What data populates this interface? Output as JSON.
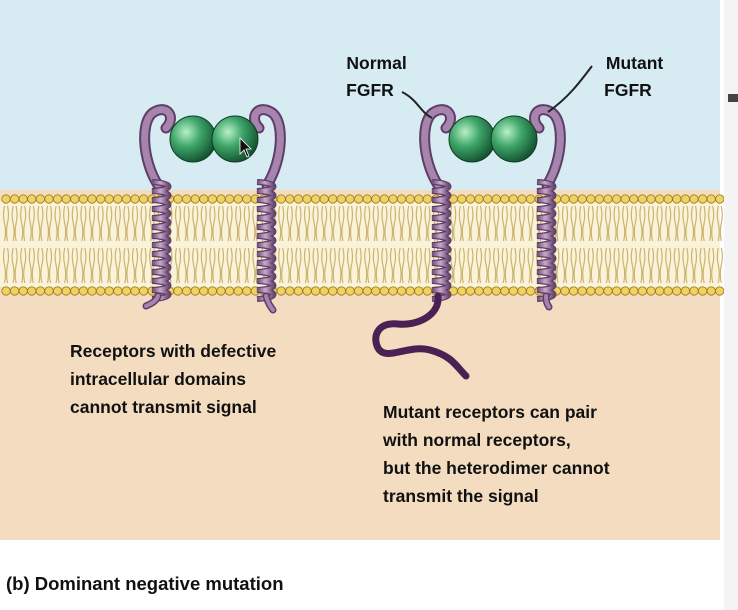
{
  "labels": {
    "normal_fgfr": [
      "Normal",
      "FGFR"
    ],
    "mutant_fgfr": [
      "Mutant",
      "FGFR"
    ],
    "left_caption": [
      "Receptors with defective",
      "intracellular domains",
      "cannot transmit signal"
    ],
    "right_caption": [
      "Mutant receptors can pair",
      "with normal receptors,",
      "but the heterodimer cannot",
      "transmit the signal"
    ],
    "figure_title": "(b) Dominant negative mutation"
  },
  "colors": {
    "extracellular": "#d6ebf2",
    "cytoplasm": "#f3dcc0",
    "lipid_head": "#f0d262",
    "lipid_head_outline": "#9a7a1a",
    "lipid_tail": "#c9b56e",
    "receptor": "#a784ae",
    "receptor_outline": "#5c3e66",
    "intracellular_tail": "#4a2152",
    "ligand": "#3fa66a"
  },
  "icons": {
    "cursor": "mouse-pointer-icon"
  }
}
